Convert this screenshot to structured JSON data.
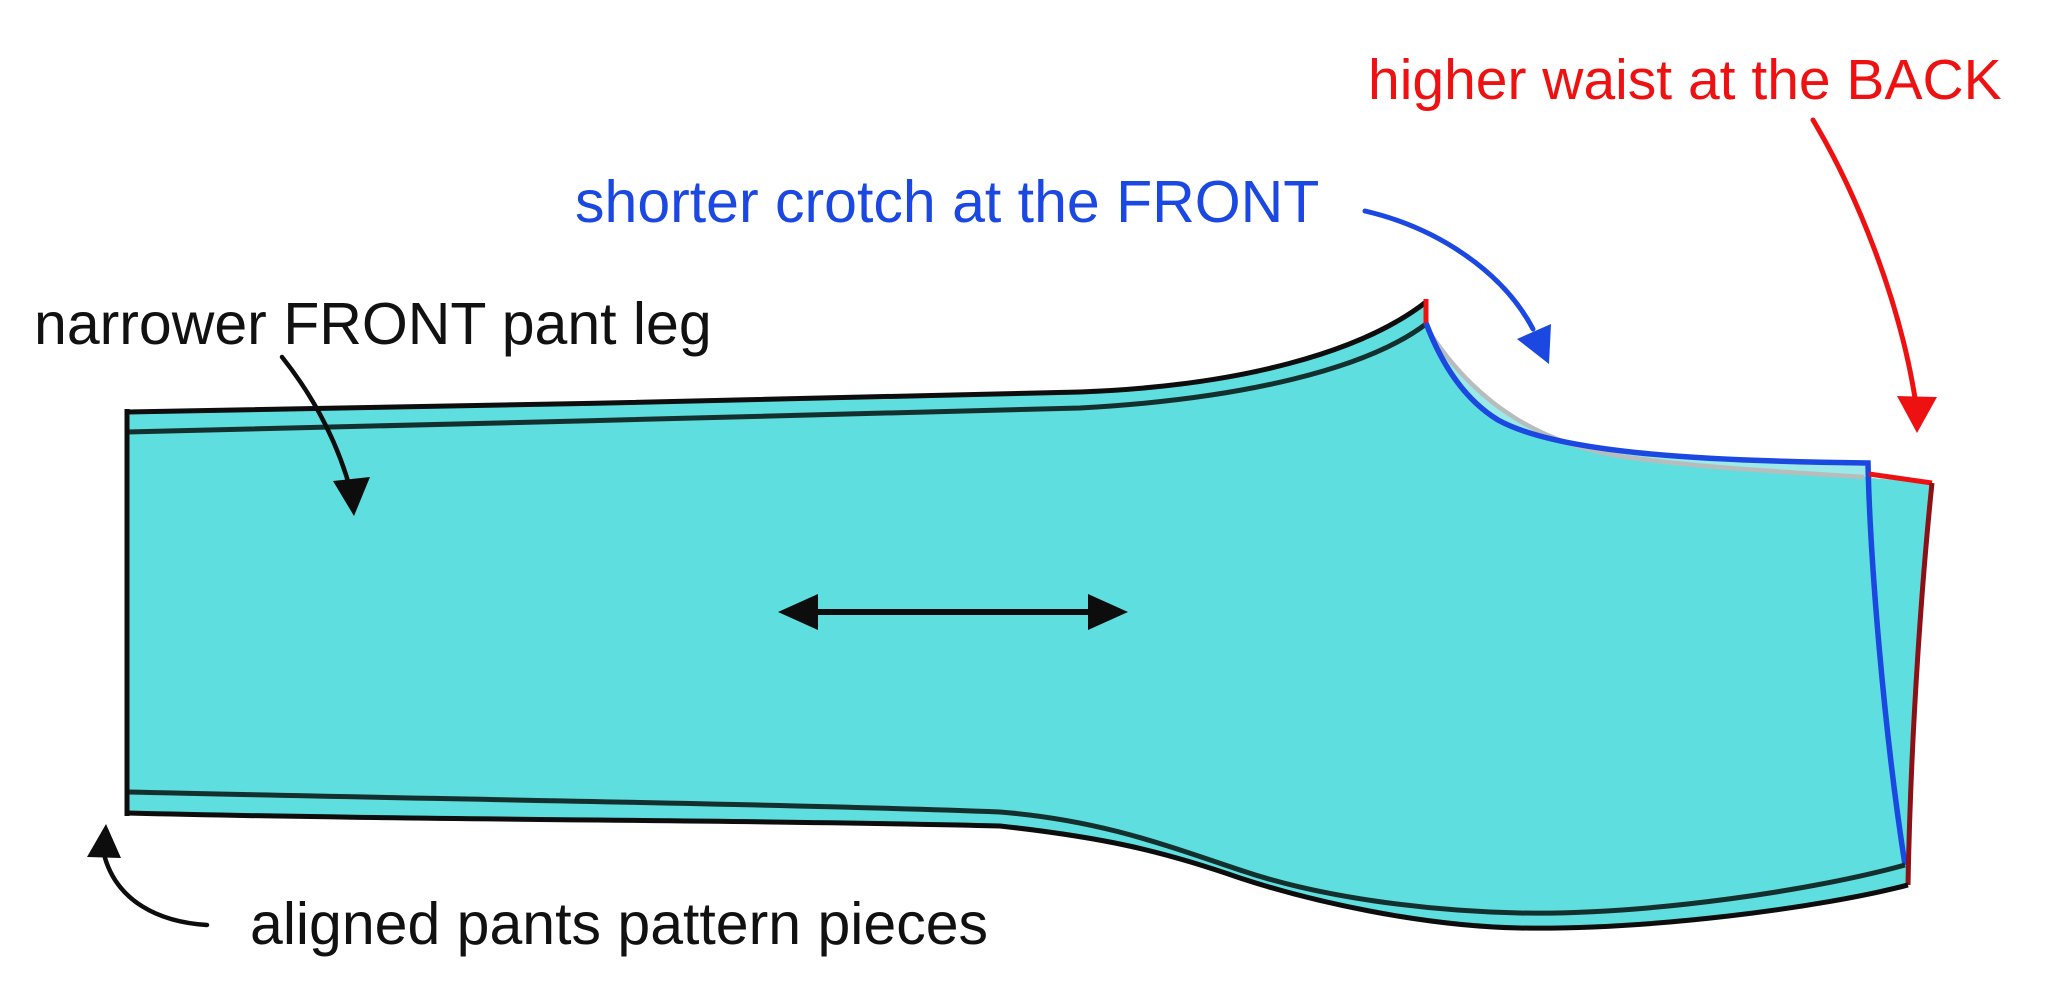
{
  "diagram": {
    "type": "sewing-pattern-comparison",
    "labels": {
      "back_waist": {
        "text": "higher waist at the BACK",
        "color": "#ee1111"
      },
      "front_crotch": {
        "text": "shorter crotch at the FRONT",
        "color": "#1b48e0"
      },
      "front_leg": {
        "text": "narrower FRONT pant leg",
        "color": "#111111"
      },
      "aligned": {
        "text": "aligned pants pattern pieces",
        "color": "#111111"
      }
    },
    "colors": {
      "background": "#ffffff",
      "piece_fill": "#5edede",
      "front_only_fill": "#9ce9e9",
      "front_line_blue": "#1b48e0",
      "back_red": "#ee1111",
      "back_red_dark": "#8c1016",
      "back_crotch_gray": "#b7bdbd",
      "outline_black": "#0d0d0d",
      "inner_line": "#14302e"
    },
    "icons": {
      "grainline": "double-headed-arrow",
      "annotations": "curved-arrows"
    }
  }
}
